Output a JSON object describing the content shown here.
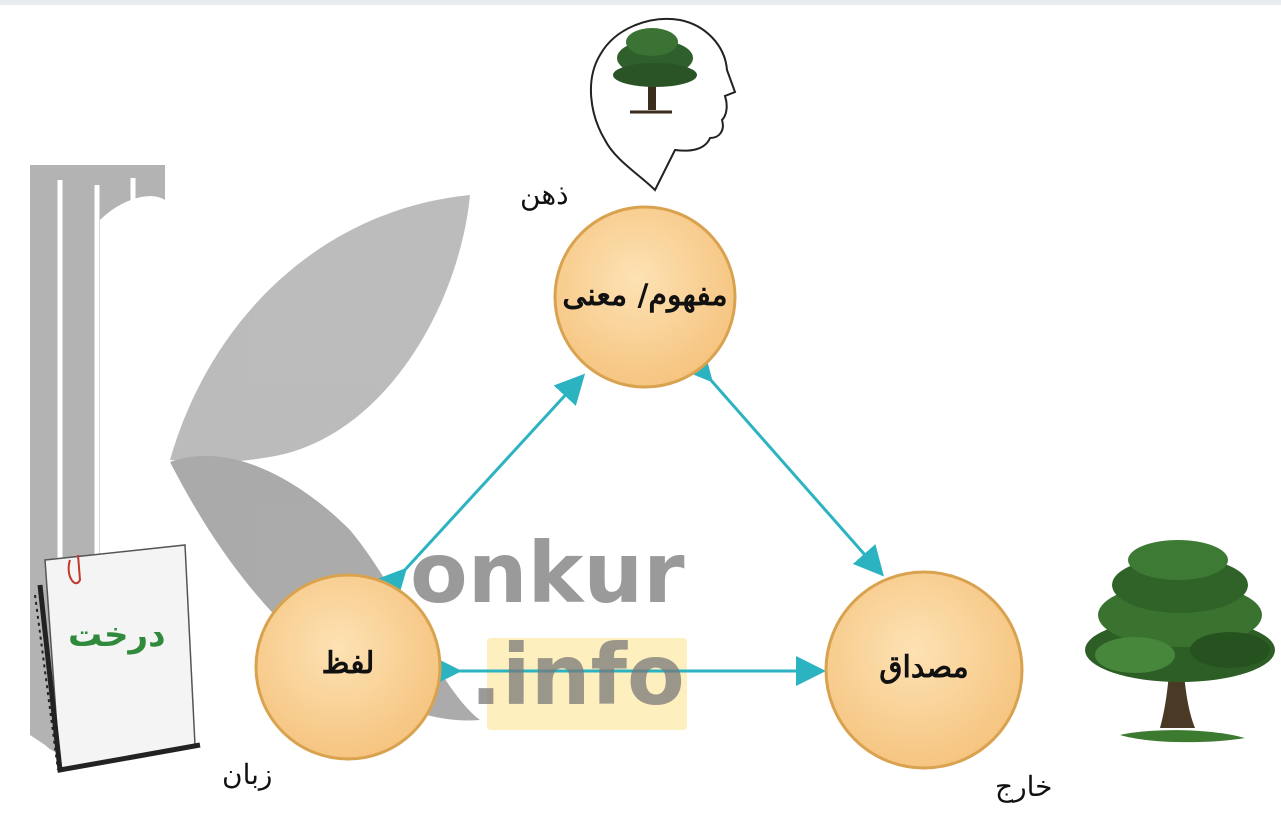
{
  "diagram": {
    "nodes": {
      "concept": "مفهوم/ معنی",
      "word": "لفظ",
      "referent": "مصداق"
    },
    "places": {
      "mind": "ذهن",
      "language": "زبان",
      "external": "خارج"
    },
    "book_word": "درخت"
  },
  "watermark": {
    "line1": "onkur",
    "line2": ".info"
  },
  "colors": {
    "node_fill": "#f7c98a",
    "node_stroke": "#d9a24f",
    "arrow": "#2bb3c2",
    "watermark_gray": "#9a9a9a",
    "watermark_yellow": "#fde9a8",
    "tree_green": "#2f6b2a"
  }
}
